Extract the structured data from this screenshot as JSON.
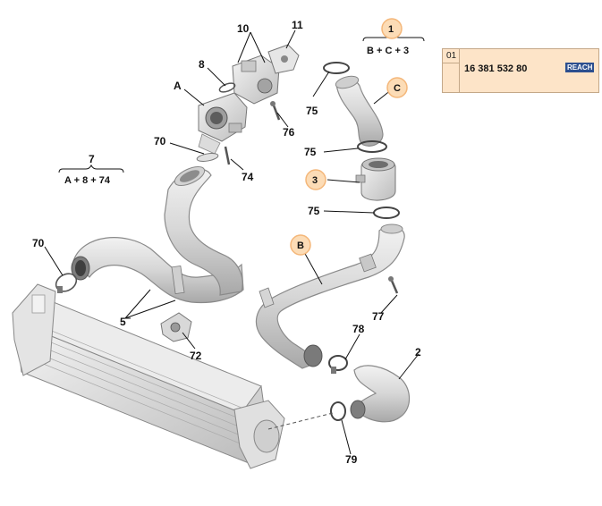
{
  "callouts": {
    "c10": "10",
    "c11": "11",
    "c8": "8",
    "cA": "A",
    "c70a": "70",
    "c76": "76",
    "c74": "74",
    "c7": "7",
    "c70b": "70",
    "c5": "5",
    "c72": "72",
    "c75a": "75",
    "c75b": "75",
    "c75c": "75",
    "c77": "77",
    "c78": "78",
    "c2": "2",
    "c79": "79"
  },
  "formulas": {
    "f1": "B + C + 3",
    "f7": "A + 8 + 74"
  },
  "badges": {
    "b1": "1",
    "bC": "C",
    "b3": "3",
    "bB": "B"
  },
  "colors": {
    "badge_fill": "#fcdcb6",
    "badge_stroke": "#f4b77a",
    "ref_box_fill": "#fde4c8",
    "reach_badge": "#2c4f8f"
  },
  "reference": {
    "index": "01",
    "part_number": "16 381 532 80",
    "badge": "REACH"
  }
}
